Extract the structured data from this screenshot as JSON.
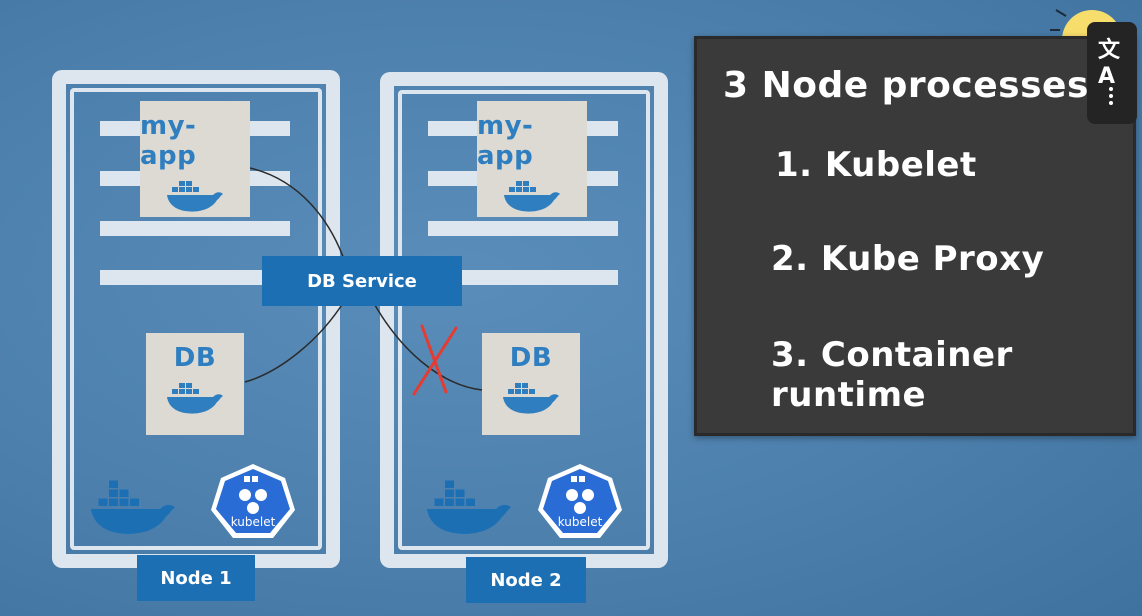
{
  "nodes": [
    {
      "name": "Node 1",
      "app_pod": "my-app",
      "db_pod": "DB",
      "kubelet": "kubelet"
    },
    {
      "name": "Node 2",
      "app_pod": "my-app",
      "db_pod": "DB",
      "kubelet": "kubelet"
    }
  ],
  "service": "DB Service",
  "panel": {
    "title": "3 Node processes:",
    "items": [
      "1. Kubelet",
      "2. Kube Proxy",
      "3. Container runtime"
    ]
  },
  "overlay": {
    "translate_icon": "translate-icon",
    "more_icon": "more-vertical-icon"
  },
  "colors": {
    "background": "#4d80ad",
    "node_border": "#dde6ee",
    "pod_bg": "#ddd9d3",
    "accent_blue": "#1d6fb4",
    "panel_bg": "#3a3a3a",
    "cross": "#e53b30"
  }
}
